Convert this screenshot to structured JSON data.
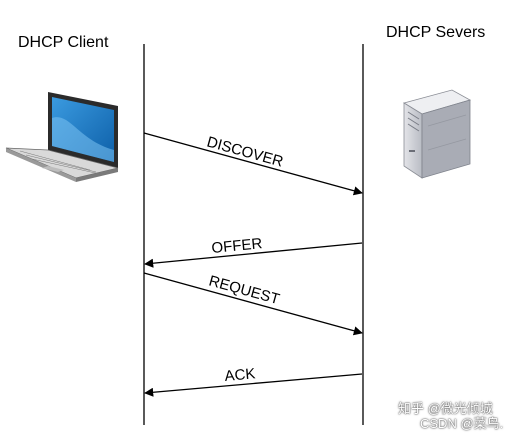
{
  "participants": {
    "client": {
      "title": "DHCP Client",
      "icon": "laptop-icon"
    },
    "server": {
      "title": "DHCP Severs",
      "icon": "server-icon"
    }
  },
  "messages": [
    {
      "label": "DISCOVER",
      "from": "client",
      "to": "server"
    },
    {
      "label": "OFFER",
      "from": "server",
      "to": "client"
    },
    {
      "label": "REQUEST",
      "from": "client",
      "to": "server"
    },
    {
      "label": "ACK",
      "from": "server",
      "to": "client"
    }
  ],
  "watermark": {
    "line1": "知乎 @微光倾城",
    "line2": "CSDN @菜鸟."
  },
  "colors": {
    "line": "#000000",
    "laptop_screen": "#1f77c4",
    "server_body": "#c9cbd1"
  }
}
